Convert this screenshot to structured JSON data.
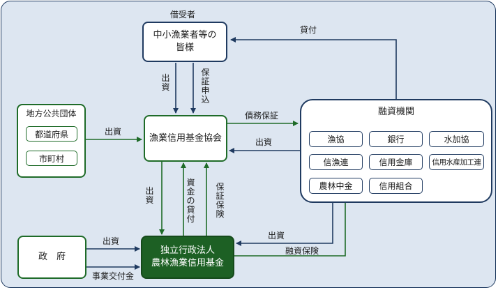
{
  "nodes": {
    "borrower_label": "借受者",
    "borrower_line1": "中小漁業者等の",
    "borrower_line2": "皆様",
    "local_gov_title": "地方公共団体",
    "local_gov_items": [
      "都道府県",
      "市町村"
    ],
    "association": "漁業信用基金協会",
    "financial_title": "融資機関",
    "financial_items": [
      "漁協",
      "銀行",
      "水加協",
      "信漁連",
      "信用金庫",
      "信用水産加工連",
      "農林中金",
      "信用組合"
    ],
    "government": "政　府",
    "fund_line1": "独立行政法人",
    "fund_line2": "農林漁業信用基金"
  },
  "edges": {
    "loan": "貸付",
    "contribution_bw": "出資",
    "guarantee_app": "保証申込",
    "local_contribution": "出資",
    "debt_guarantee": "債務保証",
    "fin_contribution": "出資",
    "assoc_to_fund_contribution": "出資",
    "fund_loan": "資金の貸付",
    "guarantee_insurance": "保証保険",
    "gov_contribution": "出資",
    "gov_subsidy": "事業交付金",
    "fin_to_fund_contribution": "出資",
    "financing_insurance": "融資保険"
  },
  "colors": {
    "navy": "#1f3a60",
    "green": "#1e6b28",
    "panel": "#dde6f1",
    "fund_fill": "#1d6024"
  }
}
